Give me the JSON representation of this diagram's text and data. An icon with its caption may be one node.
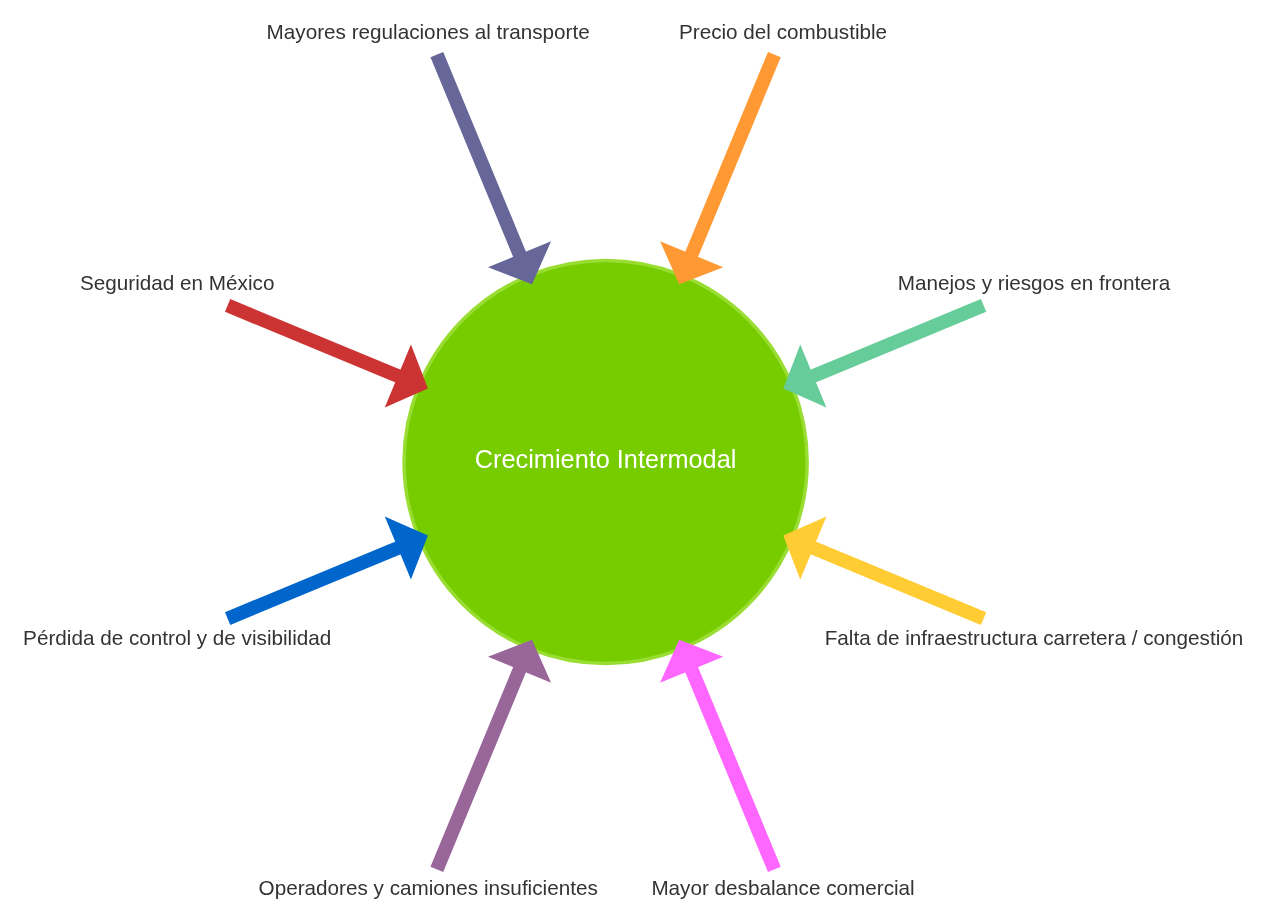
{
  "diagram": {
    "nodes": [
      {
        "text": [
          "Mayores regulaciones al transporte"
        ]
      },
      {
        "text": [
          "Seguridad en México"
        ]
      },
      {
        "text": [
          "Precio del combustible"
        ]
      },
      {
        "text": [
          "Pérdida de control y de visibilidad"
        ]
      },
      {
        "text": [
          "Crecimiento Intermodal"
        ]
      },
      {
        "text": [
          "Manejos y riesgos en frontera"
        ]
      },
      {
        "text": [
          "Operadores y camiones insuficientes"
        ]
      },
      {
        "text": [
          "Falta de infraestructura carretera / congestión"
        ]
      },
      {
        "text": [
          "Mayor desbalance comercial"
        ]
      }
    ],
    "edges": [
      {
        "from": 0,
        "to": 4,
        "arrow": "to",
        "color": "#666699"
      },
      {
        "from": 1,
        "to": 4,
        "arrow": "to",
        "color": "#cc3333"
      },
      {
        "from": 2,
        "to": 4,
        "arrow": "to",
        "color": "#ff9933"
      },
      {
        "from": 3,
        "to": 4,
        "arrow": "to",
        "color": "#0066cc"
      },
      {
        "from": 5,
        "to": 4,
        "arrow": "to",
        "color": "#66cc99"
      },
      {
        "from": 6,
        "to": 4,
        "arrow": "to",
        "color": "#996699"
      },
      {
        "from": 7,
        "to": 4,
        "arrow": "to",
        "color": "#ffcc33"
      },
      {
        "from": 8,
        "to": 4,
        "arrow": "to",
        "color": "#ff66ff"
      }
    ]
  }
}
